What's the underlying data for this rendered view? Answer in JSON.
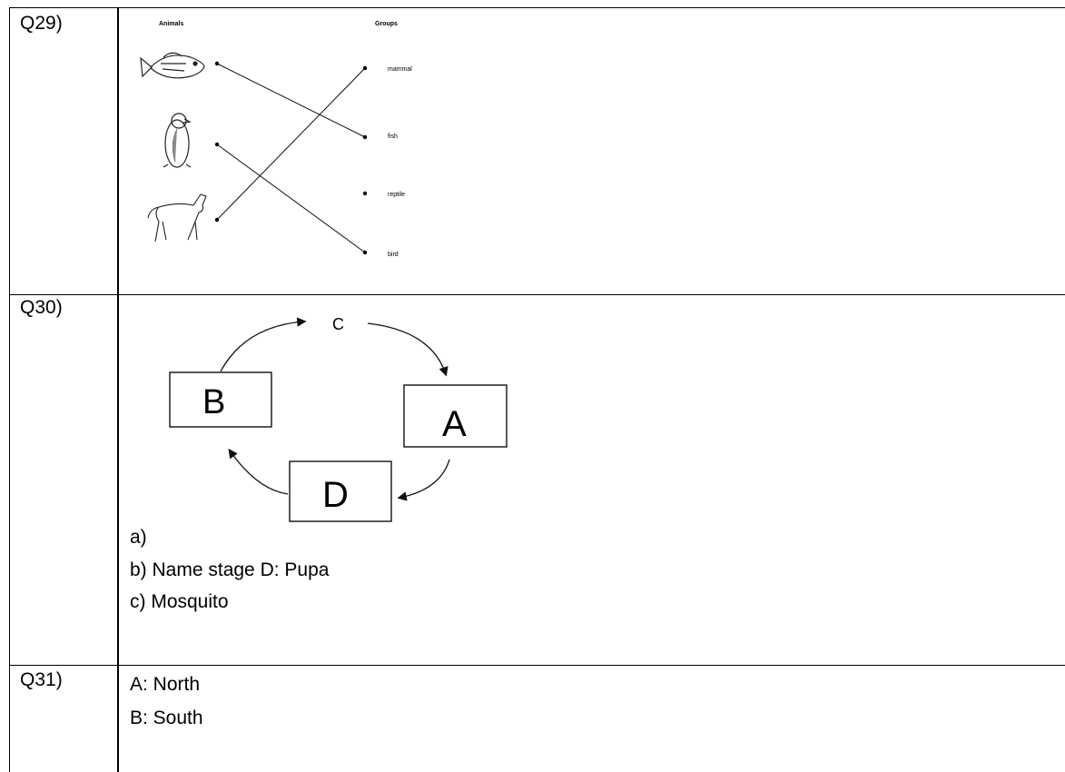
{
  "rows": [
    {
      "label": "Q29)",
      "figure": {
        "animals_heading": "Animals",
        "groups_heading": "Groups",
        "animals": [
          "fish-icon",
          "penguin-icon",
          "horse-icon"
        ],
        "groups": [
          "mammal",
          "fish",
          "reptile",
          "bird"
        ],
        "matches": [
          {
            "animal": "fish",
            "group": "fish"
          },
          {
            "animal": "penguin",
            "group": "bird"
          },
          {
            "animal": "horse",
            "group": "mammal"
          }
        ]
      }
    },
    {
      "label": "Q30)",
      "figure": {
        "top_label": "C",
        "box_left": "B",
        "box_right": "A",
        "box_bottom": "D"
      },
      "answers": [
        "a)",
        "b) Name stage D: Pupa",
        "c) Mosquito"
      ]
    },
    {
      "label": "Q31)",
      "answers": [
        "A: North",
        "B: South"
      ]
    }
  ]
}
